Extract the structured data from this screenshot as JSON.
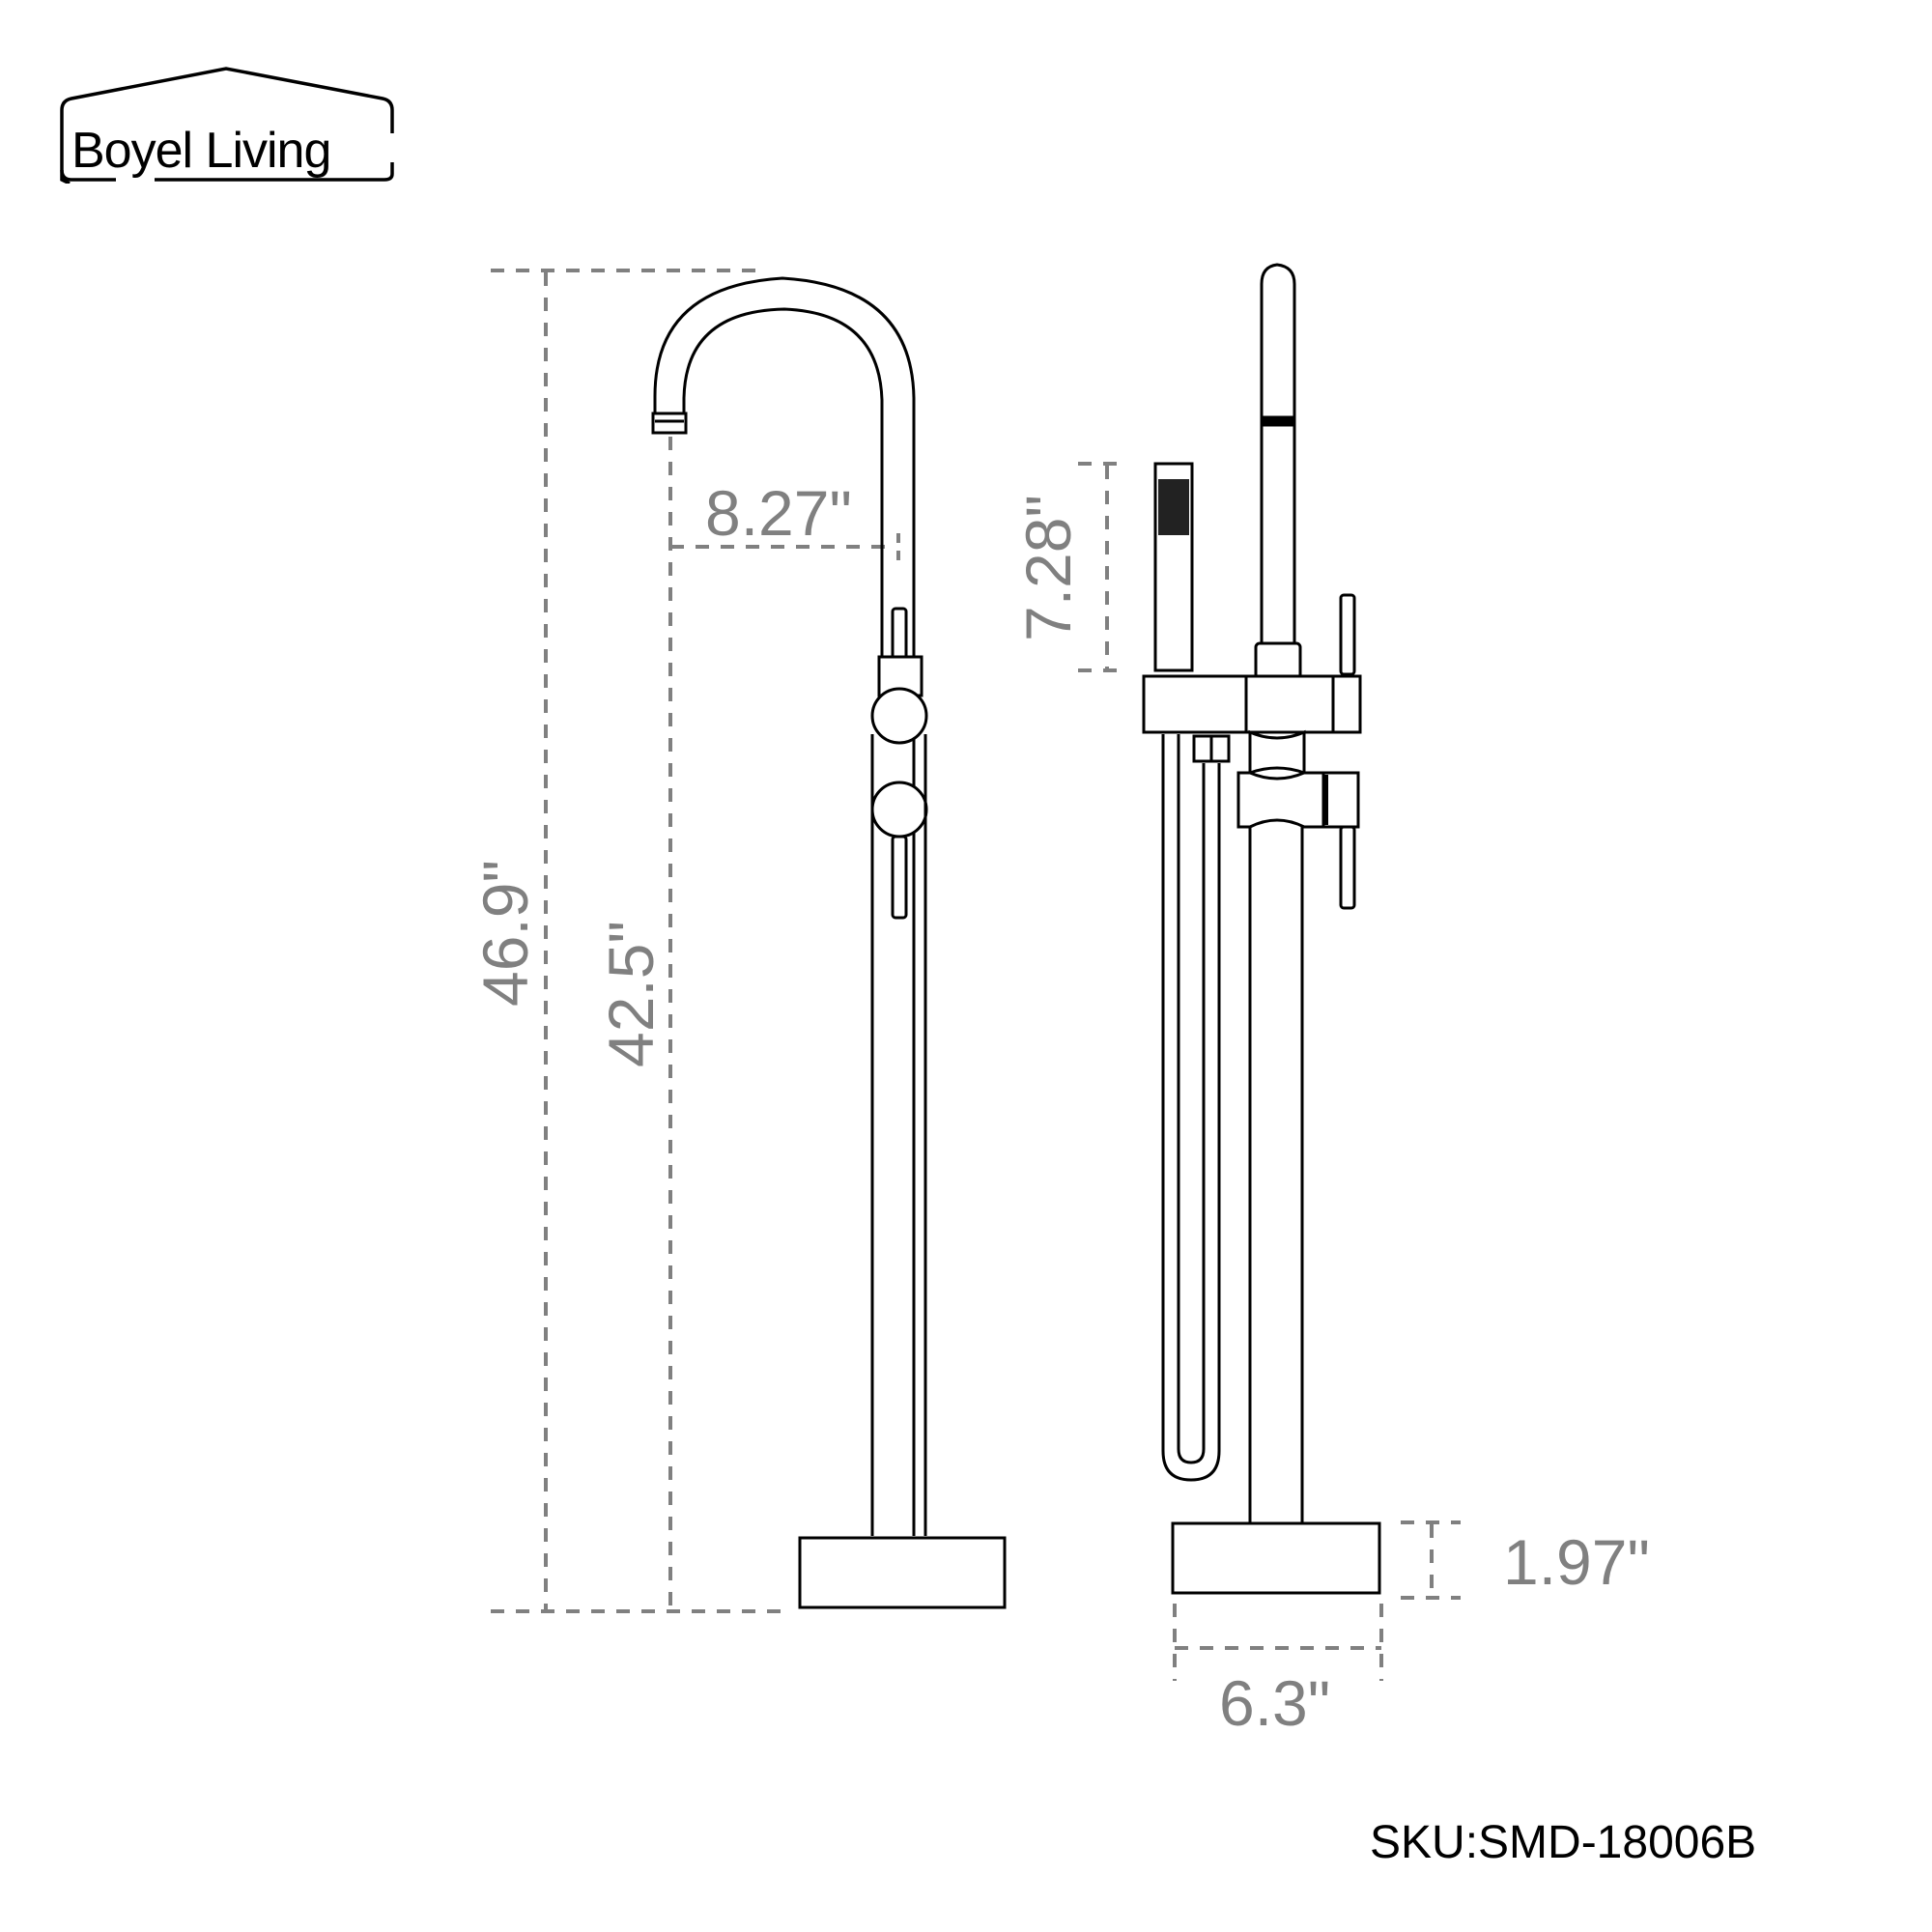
{
  "brand": {
    "name": "Boyel Living",
    "logo_icon": "house-outline-icon"
  },
  "product": {
    "sku_label": "SKU:SMD-18006B",
    "views": [
      "front-view",
      "side-view"
    ]
  },
  "dimensions": {
    "total_height": "46.9\"",
    "spout_height": "42.5\"",
    "spout_reach": "8.27\"",
    "hand_shower_length": "7.28\"",
    "base_height": "1.97\"",
    "base_width": "6.3\""
  },
  "colors": {
    "outline": "#000000",
    "dimension": "#808080",
    "background": "#ffffff"
  }
}
